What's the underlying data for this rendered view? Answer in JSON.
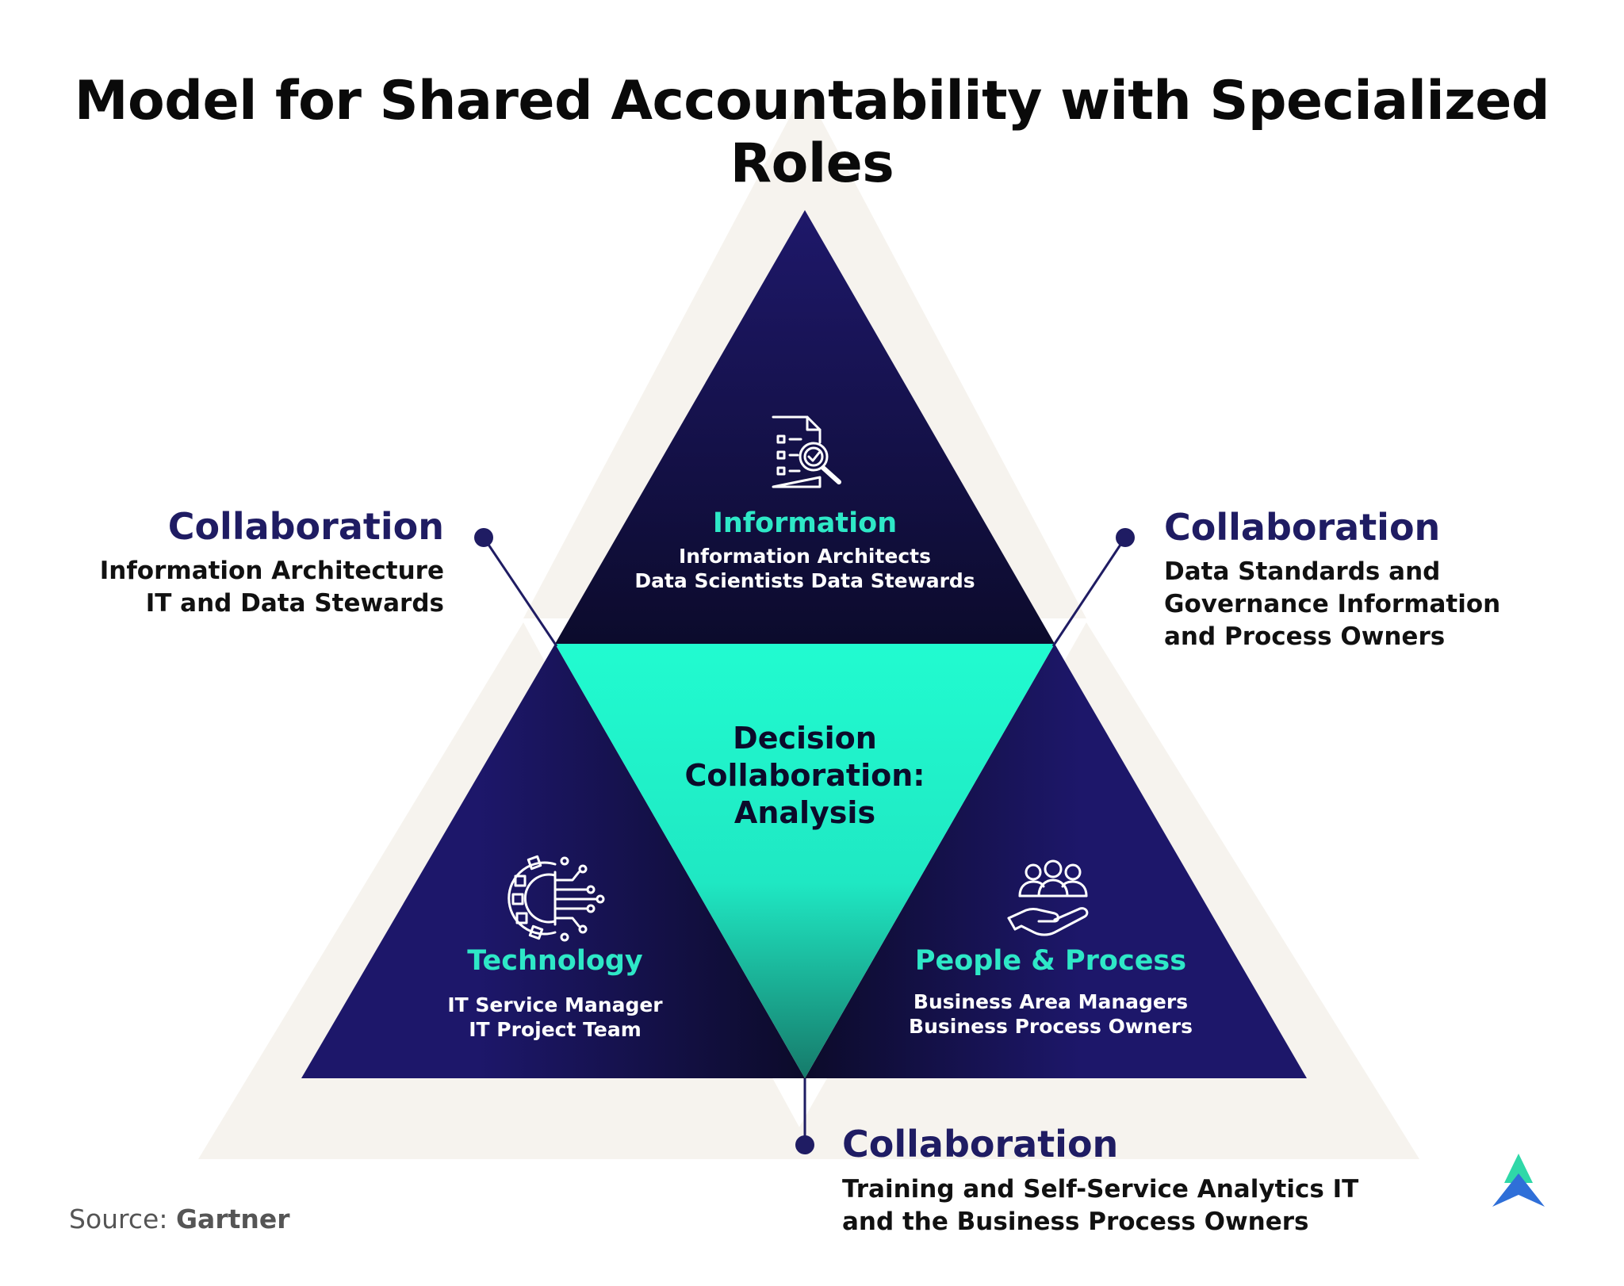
{
  "title": "Model for Shared Accountability with Specialized Roles",
  "sections": {
    "information": {
      "heading": "Information",
      "line1": "Information Architects",
      "line2": "Data Scientists Data Stewards",
      "icon": "document-search-icon"
    },
    "technology": {
      "heading": "Technology",
      "line1": "IT Service Manager",
      "line2": "IT Project Team",
      "icon": "gear-circuit-icon"
    },
    "people": {
      "heading": "People & Process",
      "line1": "Business Area Managers",
      "line2": "Business Process Owners",
      "icon": "people-hand-icon"
    }
  },
  "center": {
    "line1": "Decision",
    "line2": "Collaboration:",
    "line3": "Analysis"
  },
  "collaborations": {
    "left": {
      "heading": "Collaboration",
      "line1": "Information Architecture",
      "line2": "IT and Data Stewards"
    },
    "right": {
      "heading": "Collaboration",
      "line1": "Data Standards and",
      "line2": "Governance Information",
      "line3": "and Process Owners"
    },
    "bottom": {
      "heading": "Collaboration",
      "line1": "Training and Self-Service Analytics IT",
      "line2": "and the Business Process Owners"
    }
  },
  "source": {
    "label": "Source:",
    "name": "Gartner"
  },
  "colors": {
    "navy": "#1b1660",
    "teal": "#21f2c8",
    "background_triangle": "#f6f3ee",
    "heading_navy": "#1f1c63"
  },
  "logo": "arrow-logo-icon"
}
